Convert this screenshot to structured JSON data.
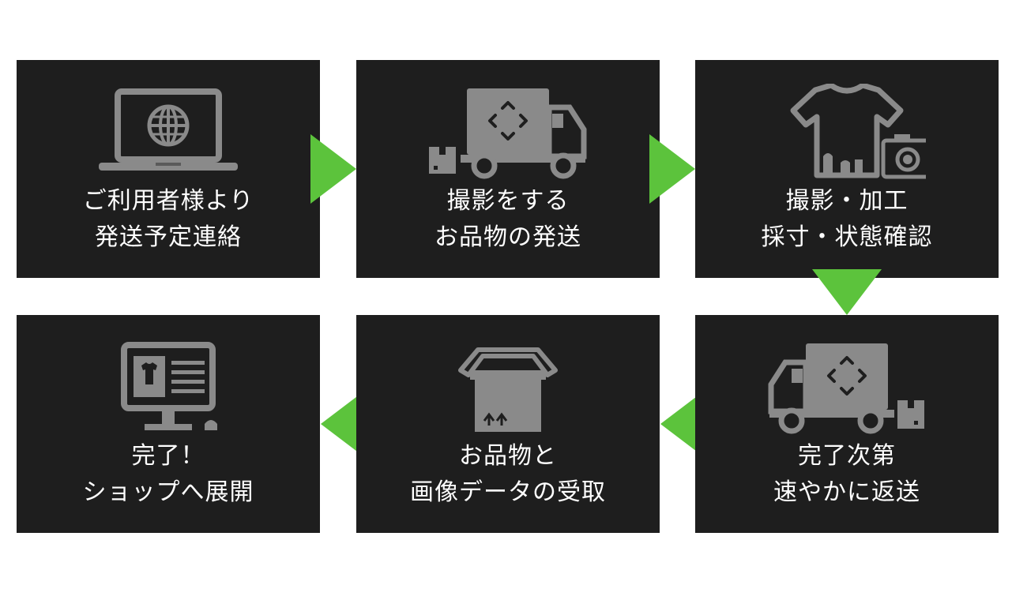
{
  "steps": [
    {
      "line1": "ご利用者様より",
      "line2": "発送予定連絡"
    },
    {
      "line1": "撮影をする",
      "line2": "お品物の発送"
    },
    {
      "line1": "撮影・加工",
      "line2": "採寸・状態確認"
    },
    {
      "line1": "完了次第",
      "line2": "速やかに返送"
    },
    {
      "line1": "お品物と",
      "line2": "画像データの受取"
    },
    {
      "line1": "完了！",
      "line2": "ショップへ展開"
    }
  ],
  "colors": {
    "box_background": "#1e1e1e",
    "icon_gray": "#8a8a8a",
    "arrow_green": "#5cc33c",
    "text": "#ffffff"
  },
  "icons": [
    "laptop-globe-icon",
    "delivery-truck-icon",
    "tshirt-camera-icon",
    "return-truck-icon",
    "open-box-icon",
    "monitor-shop-icon"
  ]
}
